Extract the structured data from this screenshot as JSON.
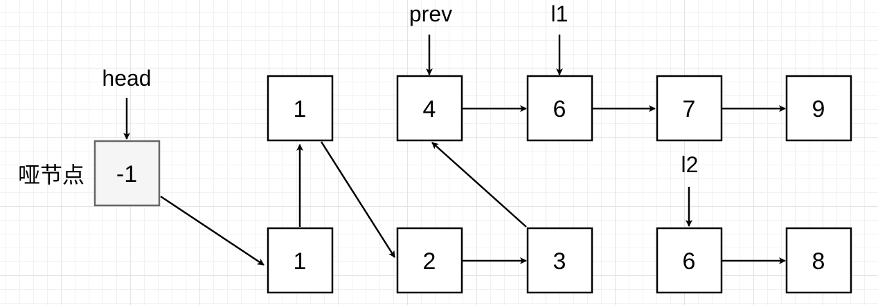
{
  "dummy_label": "哑节点",
  "nodes": {
    "dummy": "-1",
    "n1_top": "1",
    "n4": "4",
    "n6_top": "6",
    "n7": "7",
    "n9": "9",
    "n1_bottom": "1",
    "n2": "2",
    "n3": "3",
    "n6_bottom": "6",
    "n8": "8"
  },
  "pointers": {
    "head": "head",
    "prev": "prev",
    "l1": "l1",
    "l2": "l2"
  }
}
